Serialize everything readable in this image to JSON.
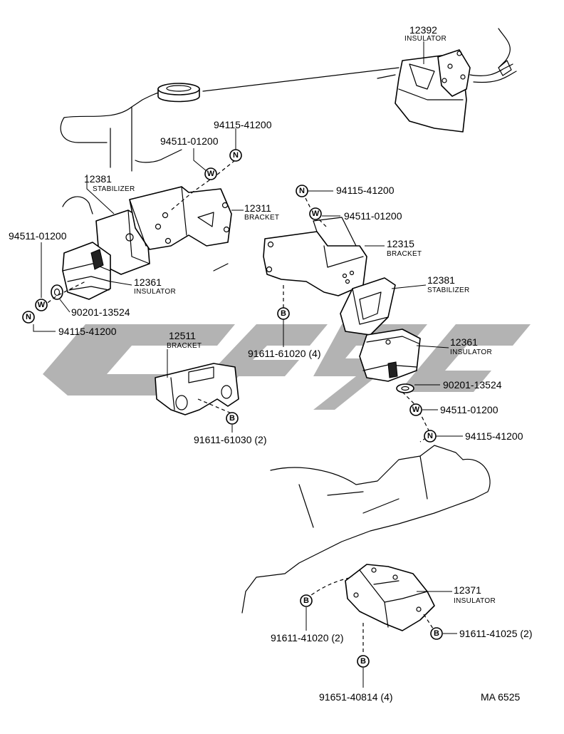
{
  "watermark": {
    "color": "#b3b3b3"
  },
  "fastener_symbols": {
    "n": "N",
    "w": "W",
    "b": "B"
  },
  "callouts": [
    {
      "id": "c12392",
      "number": "12392",
      "name": "INSULATOR"
    },
    {
      "id": "c12381a",
      "number": "12381",
      "name": "STABILIZER"
    },
    {
      "id": "c12311",
      "number": "12311",
      "name": "BRACKET"
    },
    {
      "id": "c12361a",
      "number": "12361",
      "name": "INSULATOR"
    },
    {
      "id": "c12315",
      "number": "12315",
      "name": "BRACKET"
    },
    {
      "id": "c12381b",
      "number": "12381",
      "name": "STABILIZER"
    },
    {
      "id": "c12511",
      "number": "12511",
      "name": "BRACKET"
    },
    {
      "id": "c12361b",
      "number": "12361",
      "name": "INSULATOR"
    },
    {
      "id": "c12371",
      "number": "12371",
      "name": "INSULATOR"
    }
  ],
  "part_codes": [
    "94115-41200",
    "94511-01200",
    "94511-01200",
    "94115-41200",
    "90201-13524",
    "94115-41200",
    "94511-01200",
    "91611-61020 (4)",
    "91611-61030 (2)",
    "90201-13524",
    "94511-01200",
    "94115-41200",
    "91611-41020 (2)",
    "91611-41025 (2)",
    "91651-40814 (4)"
  ],
  "figure_id": "MA 6525"
}
